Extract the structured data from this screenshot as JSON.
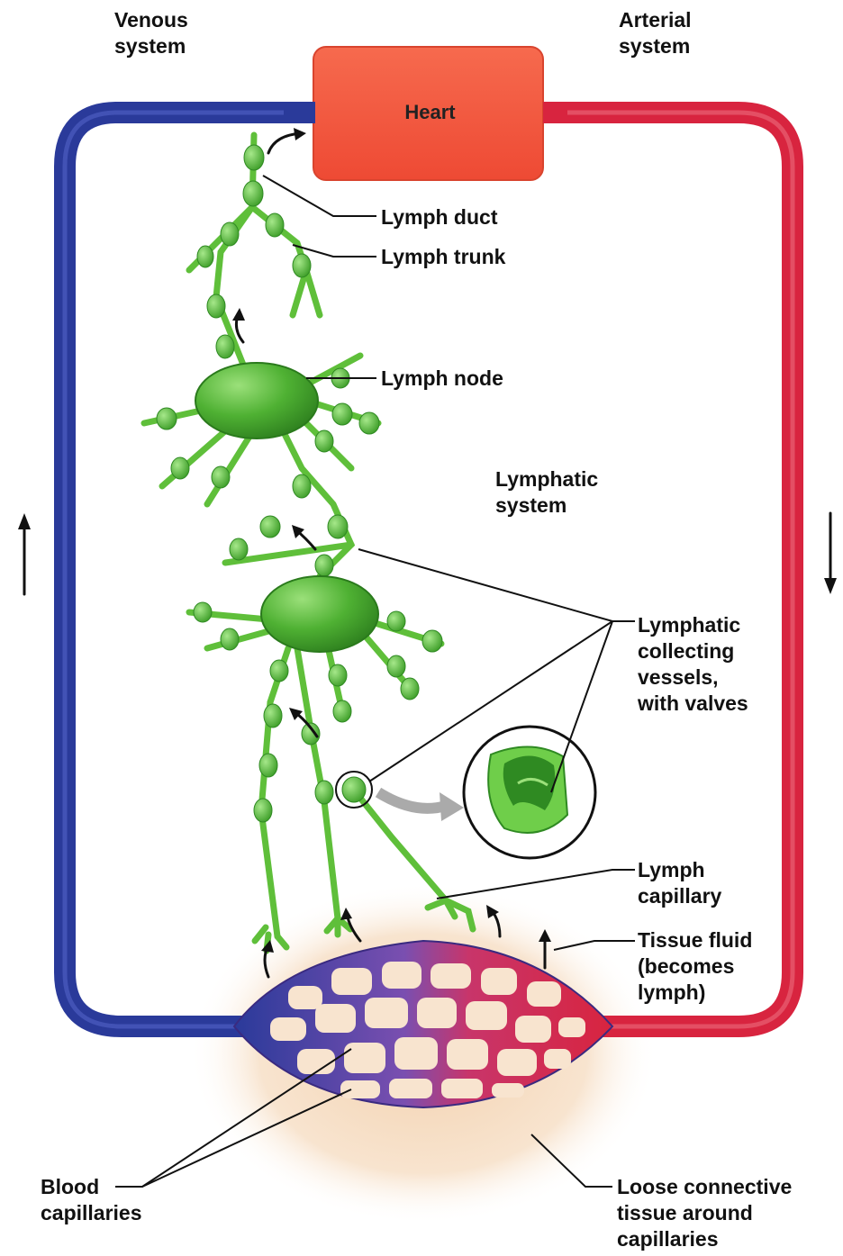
{
  "labels": {
    "venous": "Venous\nsystem",
    "arterial": "Arterial\nsystem",
    "heart": "Heart",
    "lymph_duct": "Lymph duct",
    "lymph_trunk": "Lymph trunk",
    "lymph_node": "Lymph node",
    "lymphatic_system": "Lymphatic\nsystem",
    "collecting_vessels": "Lymphatic\ncollecting\nvessels,\nwith valves",
    "lymph_capillary": "Lymph\ncapillary",
    "tissue_fluid": "Tissue fluid\n(becomes\nlymph)",
    "blood_capillaries": "Blood\ncapillaries",
    "loose_tissue": "Loose connective\ntissue around\ncapillaries"
  },
  "colors": {
    "venous": "#2a3a9a",
    "arterial": "#d8243f",
    "heart": "#f4593f",
    "lymph": "#5fbf3a",
    "lymph_dark": "#2f8a22",
    "tissue": "#f5dcc0"
  }
}
